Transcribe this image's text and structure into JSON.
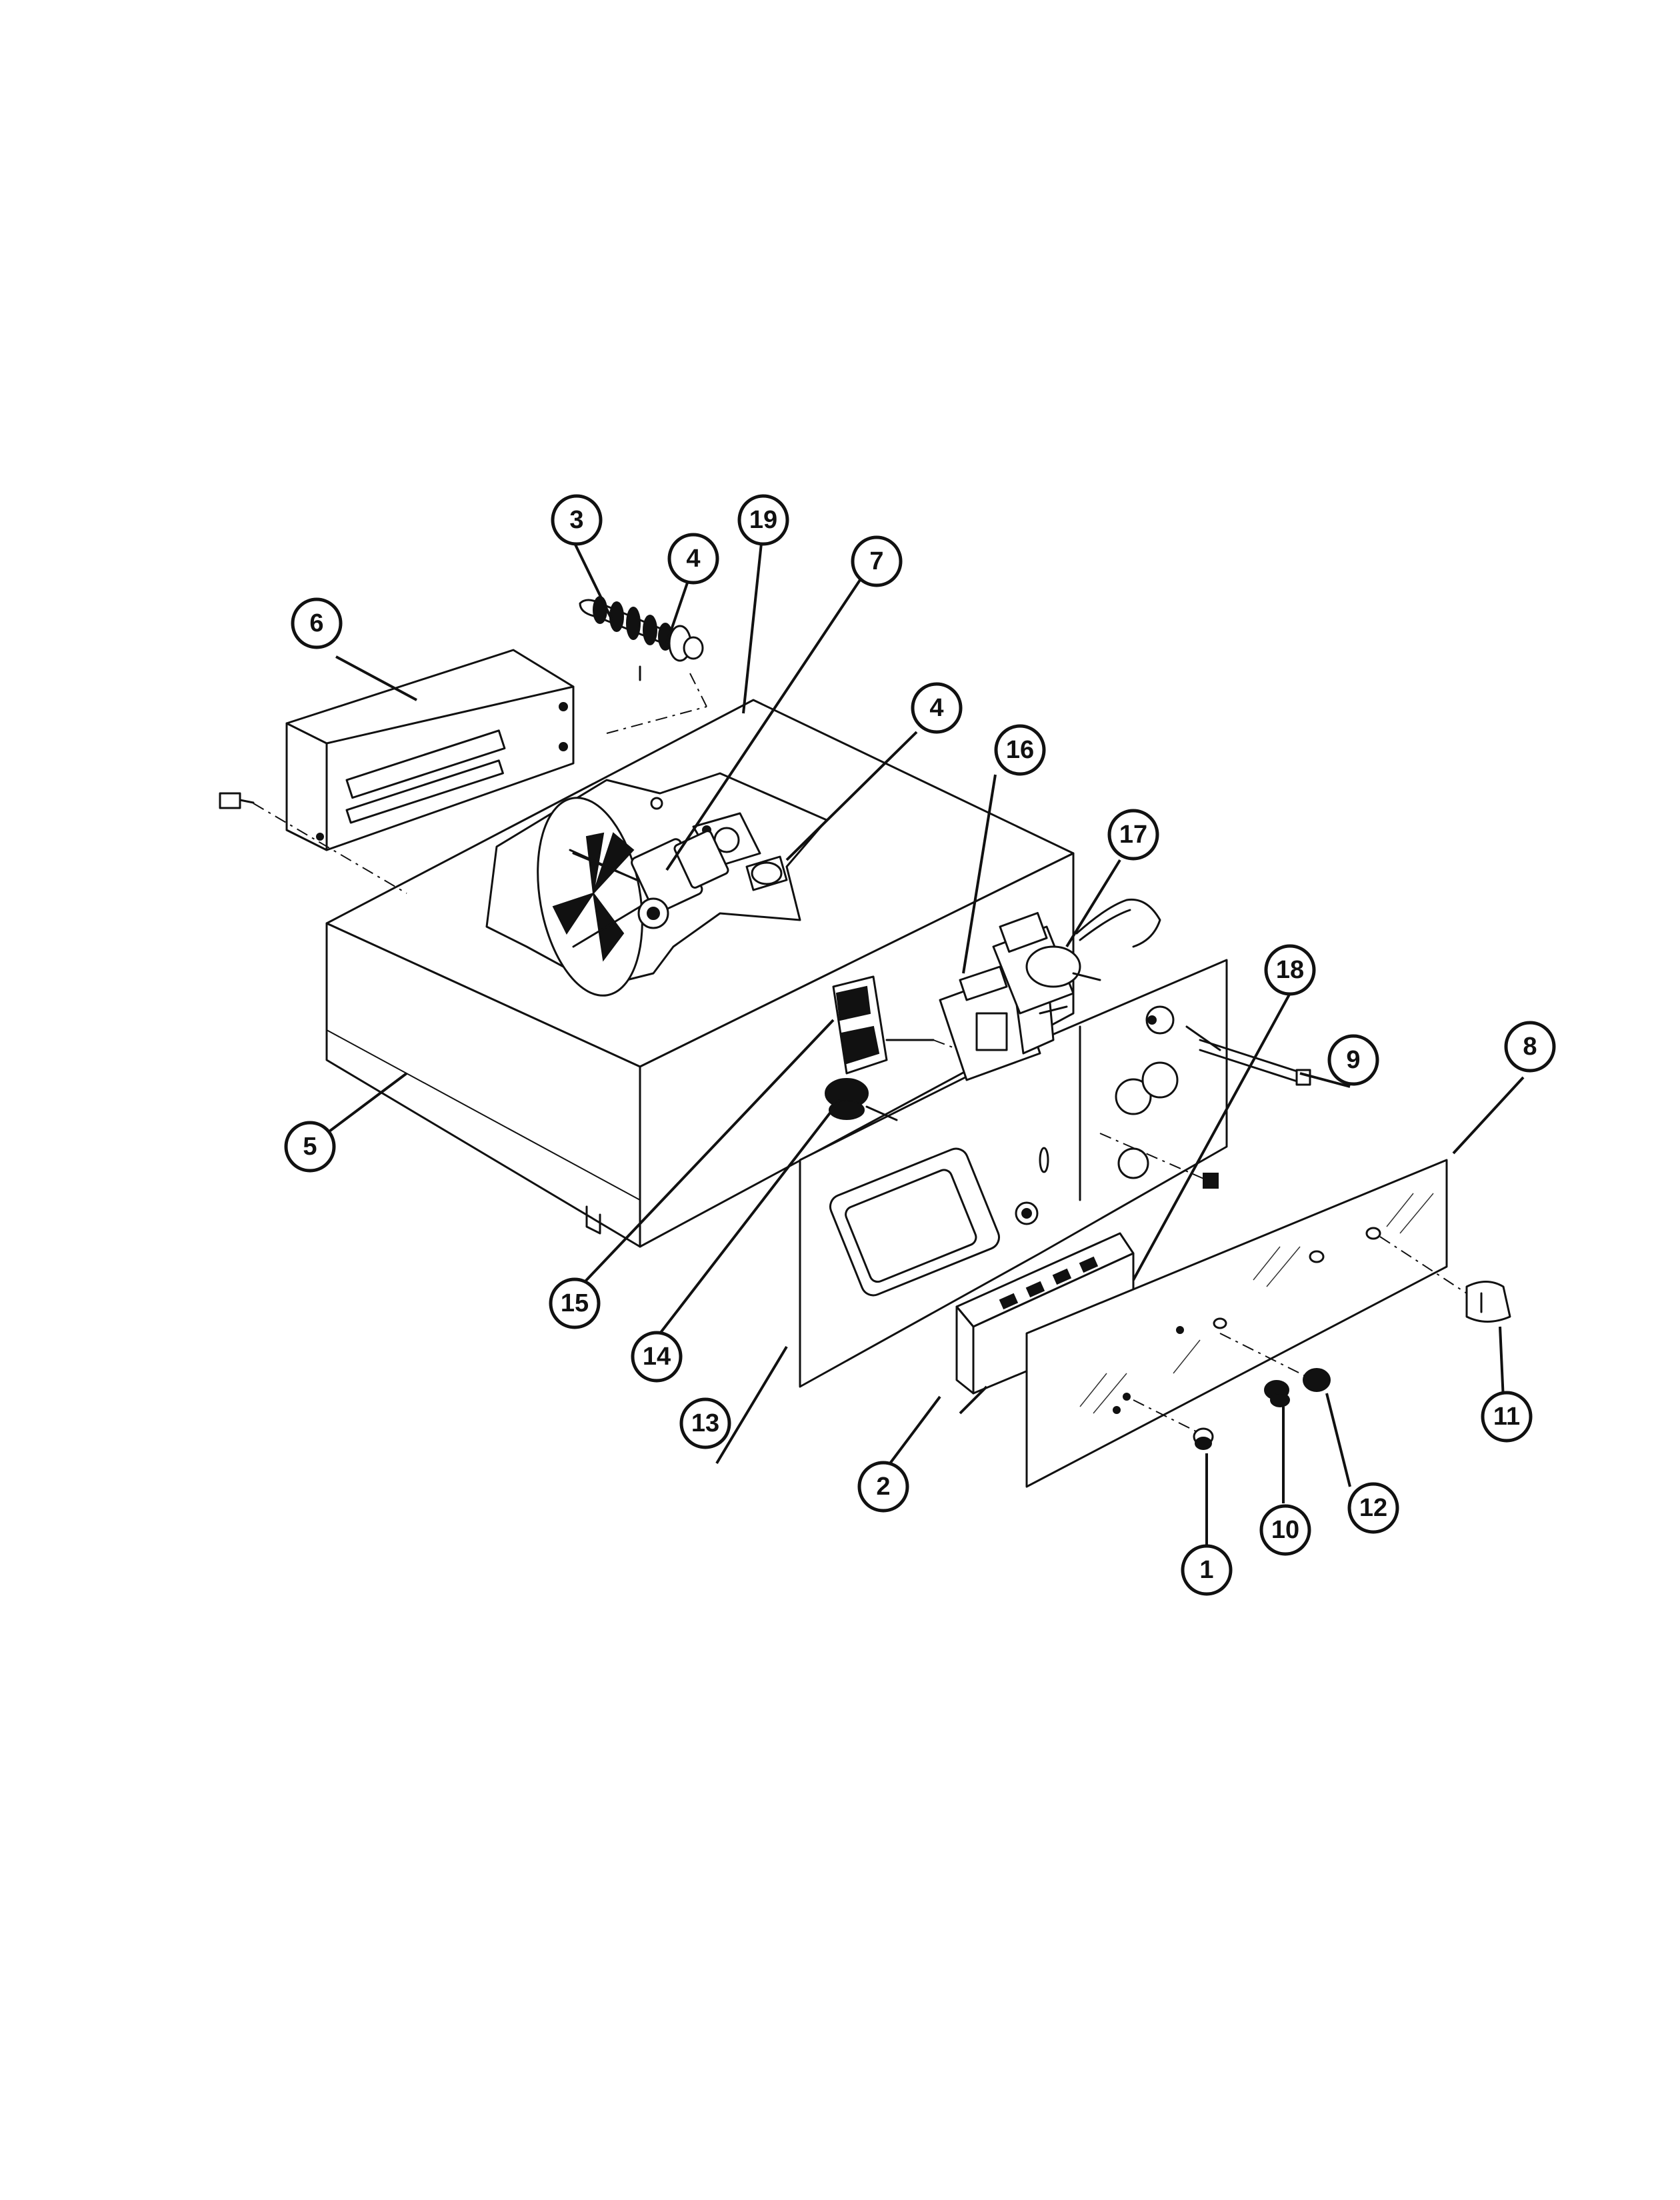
{
  "callouts": [
    {
      "id": "c1",
      "label": "1"
    },
    {
      "id": "c2",
      "label": "2"
    },
    {
      "id": "c3",
      "label": "3"
    },
    {
      "id": "c4a",
      "label": "4"
    },
    {
      "id": "c4b",
      "label": "4"
    },
    {
      "id": "c5",
      "label": "5"
    },
    {
      "id": "c6",
      "label": "6"
    },
    {
      "id": "c7",
      "label": "7"
    },
    {
      "id": "c8",
      "label": "8"
    },
    {
      "id": "c9",
      "label": "9"
    },
    {
      "id": "c10",
      "label": "10"
    },
    {
      "id": "c11",
      "label": "11"
    },
    {
      "id": "c12",
      "label": "12"
    },
    {
      "id": "c13",
      "label": "13"
    },
    {
      "id": "c14",
      "label": "14"
    },
    {
      "id": "c15",
      "label": "15"
    },
    {
      "id": "c16",
      "label": "16"
    },
    {
      "id": "c17",
      "label": "17"
    },
    {
      "id": "c18",
      "label": "18"
    },
    {
      "id": "c19",
      "label": "19"
    }
  ]
}
